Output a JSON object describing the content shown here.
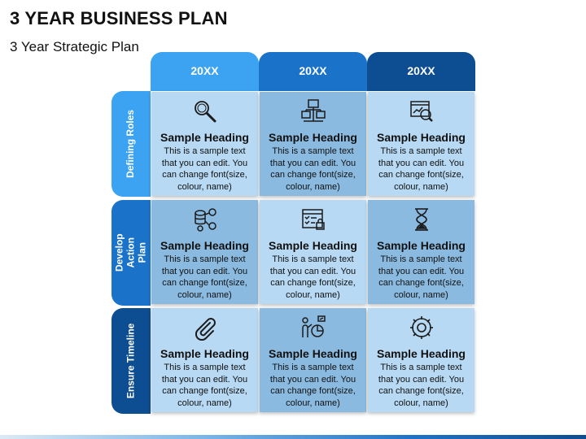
{
  "title": "3 YEAR BUSINESS PLAN",
  "subtitle": "3 Year Strategic Plan",
  "colors": {
    "light": "#3ba3f1",
    "mid": "#1a73c9",
    "dark": "#0d4d91",
    "cell_light": "#b7d9f3",
    "cell_dark": "#8bbae0"
  },
  "columns": [
    {
      "label": "20XX"
    },
    {
      "label": "20XX"
    },
    {
      "label": "20XX"
    }
  ],
  "rows": [
    {
      "label": "Defining Roles"
    },
    {
      "label": "Develop Action Plan"
    },
    {
      "label": "Ensure Timeline"
    }
  ],
  "cells": [
    {
      "icon": "magnifier-icon",
      "heading": "Sample Heading",
      "text": "This is a sample text that you can edit. You can change font(size, colour, name)"
    },
    {
      "icon": "network-computers-icon",
      "heading": "Sample Heading",
      "text": "This is a sample text that you can edit. You can change font(size, colour, name)"
    },
    {
      "icon": "analytics-screen-icon",
      "heading": "Sample Heading",
      "text": "This is a sample text that you can edit. You can change font(size, colour, name)"
    },
    {
      "icon": "database-network-icon",
      "heading": "Sample Heading",
      "text": "This is a sample text that you can edit. You can change font(size, colour, name)"
    },
    {
      "icon": "secure-checklist-icon",
      "heading": "Sample Heading",
      "text": "This is a sample text that you can edit. You can change font(size, colour, name)"
    },
    {
      "icon": "hourglass-icon",
      "heading": "Sample Heading",
      "text": "This is a sample text that you can edit. You can change font(size, colour, name)"
    },
    {
      "icon": "paperclip-icon",
      "heading": "Sample Heading",
      "text": "This is a sample text that you can edit. You can change font(size, colour, name)"
    },
    {
      "icon": "presenter-chart-icon",
      "heading": "Sample Heading",
      "text": "This is a sample text that you can edit. You can change font(size, colour, name)"
    },
    {
      "icon": "settings-gear-icon",
      "heading": "Sample Heading",
      "text": "This is a sample text that you can edit. You can change font(size, colour, name)"
    }
  ]
}
